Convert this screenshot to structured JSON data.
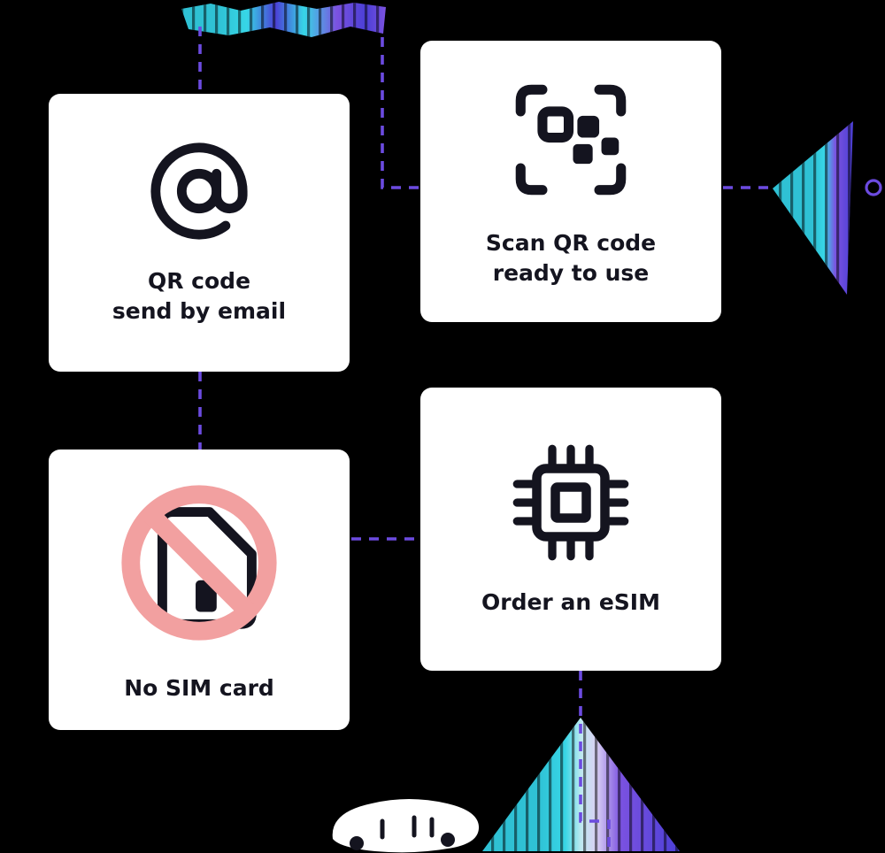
{
  "palette": {
    "bg": "#000000",
    "card-bg": "#ffffff",
    "ink": "#14141F",
    "purple": "#6C4BE0",
    "teal": "#2FC1D4",
    "cyan": "#37D6E6",
    "indigo": "#4B3FD6",
    "violet": "#7B52E0",
    "pink": "#F2A0A0",
    "aqua-light": "#BFE9F0",
    "lavender-light": "#D9D0F4"
  },
  "icons": {
    "at": "at-sign",
    "qr": "qr-code",
    "no_sim": "blocked-sim-card",
    "chip": "esim-chip"
  },
  "cards": [
    {
      "id": "qr-email",
      "icon": "at",
      "lines": [
        "QR code",
        "send by email"
      ]
    },
    {
      "id": "scan-qr",
      "icon": "qr",
      "lines": [
        "Scan QR code",
        "ready to use"
      ]
    },
    {
      "id": "no-sim",
      "icon": "no_sim",
      "lines": [
        "No SIM card"
      ]
    },
    {
      "id": "order-esim",
      "icon": "chip",
      "lines": [
        "Order an eSIM"
      ]
    }
  ]
}
